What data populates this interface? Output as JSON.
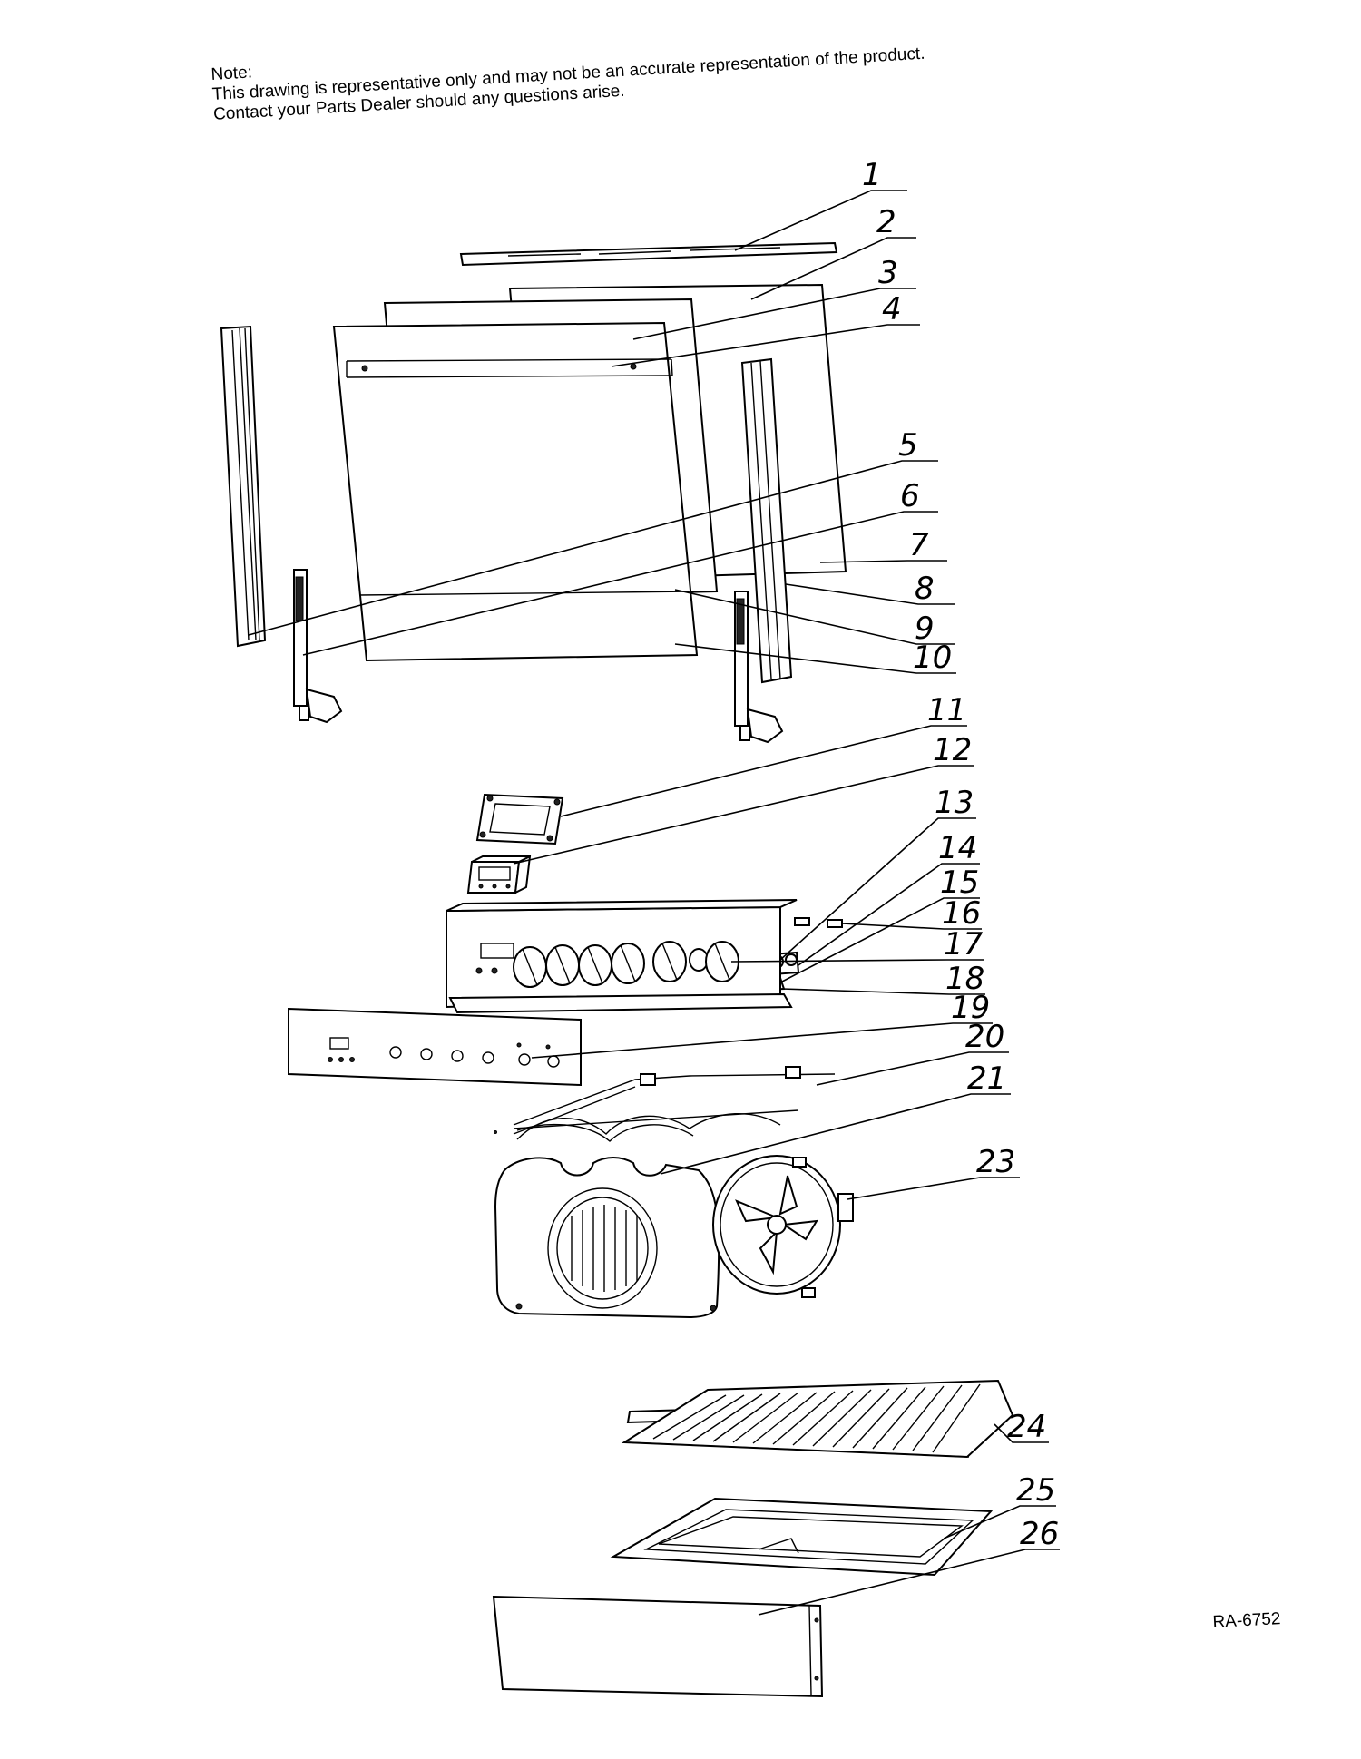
{
  "note": {
    "heading": "Note:",
    "line1": "This drawing is representative only and may not be an accurate representation of the product.",
    "line2": "Contact your Parts Dealer should any questions arise."
  },
  "drawing_code": "RA-6752",
  "callouts": [
    "1",
    "2",
    "3",
    "4",
    "5",
    "6",
    "7",
    "8",
    "9",
    "10",
    "11",
    "12",
    "13",
    "14",
    "15",
    "16",
    "17",
    "18",
    "19",
    "20",
    "21",
    "23",
    "24",
    "25",
    "26"
  ]
}
